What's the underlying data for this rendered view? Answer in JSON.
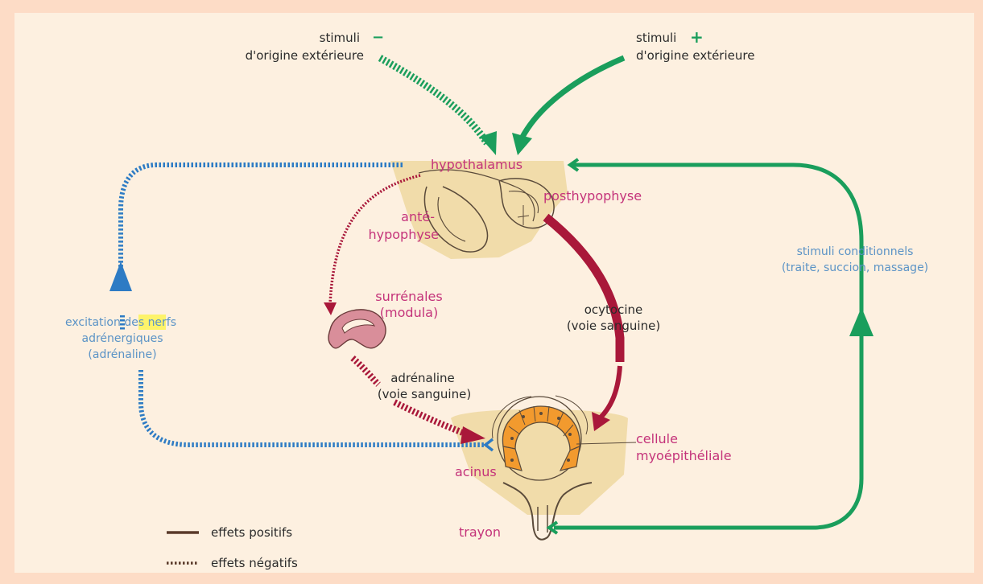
{
  "colors": {
    "background_outer": "#fddcc6",
    "background_inner": "#fdf0e0",
    "gland": "#f1dcaa",
    "green": "#1a9e5c",
    "blue": "#2d7bc4",
    "crimson": "#a9183a",
    "magenta": "#c4337a",
    "light_blue": "#5b93c6",
    "orange_cells": "#f29a2e",
    "adrenal": "#d98e9a"
  },
  "stimuli_negative": {
    "line1": "stimuli",
    "sign": "−",
    "line2": "d'origine extérieure"
  },
  "stimuli_positive": {
    "line1": "stimuli",
    "sign": "+",
    "line2": "d'origine extérieure"
  },
  "hypothalamus": "hypothalamus",
  "posthypophyse": "posthypophyse",
  "antehypophyse": {
    "line1": "anté-",
    "line2": "hypophyse"
  },
  "surrenales": {
    "line1": "surrénales",
    "line2": "(modula)"
  },
  "ocytocine": {
    "line1": "ocytocine",
    "line2": "(voie sanguine)"
  },
  "adrenaline_path": {
    "line1": "adrénaline",
    "line2": "(voie sanguine)"
  },
  "excitation": {
    "line1_a": "excitation",
    "line1_b": "des",
    "line1_c": "nerfs",
    "line2": "adrénergiques",
    "line3": "(adrénaline)"
  },
  "stimuli_conditionnels": {
    "line1": "stimuli conditionnels",
    "line2": "(traite, succion, massage)"
  },
  "cellule": {
    "line1": "cellule",
    "line2": "myoépithéliale"
  },
  "acinus": "acinus",
  "trayon": "trayon",
  "legend": {
    "positive": "effets positifs",
    "negative": "effets négatifs"
  }
}
